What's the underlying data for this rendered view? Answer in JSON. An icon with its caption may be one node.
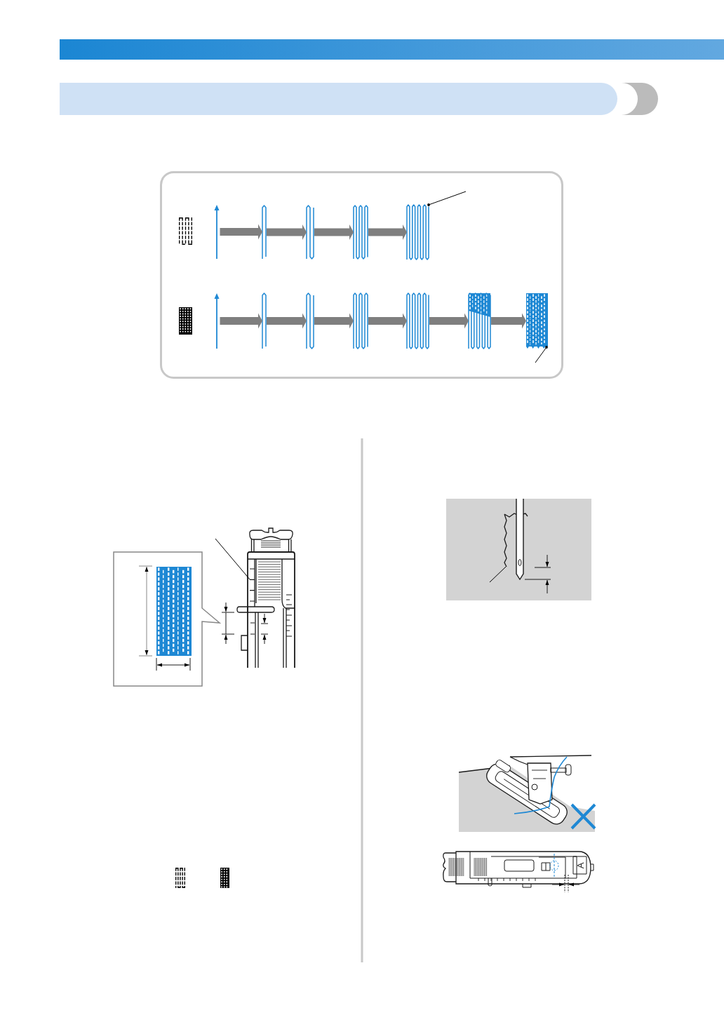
{
  "diagram": {
    "nodes": [
      {
        "text": [],
        "shape": "picture"
      },
      {
        "text": [],
        "shape": "picture"
      },
      {
        "text": [],
        "shape": "picture"
      },
      {
        "text": [],
        "shape": "picture"
      },
      {
        "text": [],
        "shape": "picture"
      },
      {
        "text": [],
        "shape": "picture"
      },
      {
        "text": [],
        "shape": "picture"
      },
      {
        "text": [],
        "shape": "picture"
      },
      {
        "text": [],
        "shape": "picture"
      },
      {
        "text": [],
        "shape": "picture"
      },
      {
        "text": [],
        "shape": "picture"
      },
      {
        "text": [],
        "shape": "picture"
      },
      {
        "text": [],
        "shape": "picture"
      },
      {
        "text": [],
        "shape": "picture"
      }
    ],
    "edges": [
      {
        "from": 0,
        "to": 1,
        "arrow": "to"
      },
      {
        "from": 1,
        "to": 2,
        "arrow": "to"
      },
      {
        "from": 2,
        "to": 3,
        "arrow": "to"
      },
      {
        "from": 3,
        "to": 4,
        "arrow": "to"
      },
      {
        "from": 5,
        "to": 6,
        "arrow": "to"
      },
      {
        "from": 6,
        "to": 7,
        "arrow": "to"
      },
      {
        "from": 7,
        "to": 8,
        "arrow": "to"
      },
      {
        "from": 8,
        "to": 9,
        "arrow": "to"
      },
      {
        "from": 9,
        "to": 10,
        "arrow": "to"
      },
      {
        "from": 10,
        "to": 11,
        "arrow": "to"
      },
      {
        "from": null,
        "to": 4,
        "arrow": "other",
        "color": "#000000"
      },
      {
        "from": null,
        "to": 11,
        "arrow": "other",
        "color": "#000000"
      },
      {
        "from": null,
        "to": 12,
        "arrow": "none",
        "color": "#000000"
      },
      {
        "from": null,
        "to": 13,
        "arrow": "none",
        "color": "#000000"
      }
    ],
    "labels": [
      "A"
    ]
  }
}
